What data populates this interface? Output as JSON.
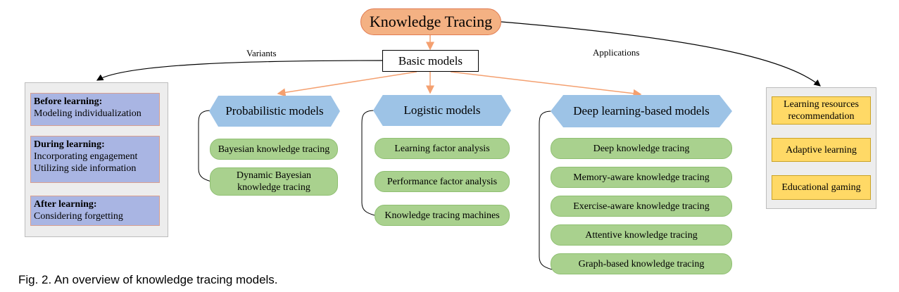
{
  "root": "Knowledge Tracing",
  "basic": "Basic models",
  "edges": {
    "variants": "Variants",
    "applications": "Applications"
  },
  "variants": [
    {
      "title": "Before learning:",
      "lines": [
        "Modeling individualization"
      ]
    },
    {
      "title": "During learning:",
      "lines": [
        "Incorporating engagement",
        "Utilizing side information"
      ]
    },
    {
      "title": "After learning:",
      "lines": [
        "Considering forgetting"
      ]
    }
  ],
  "categories": [
    {
      "name": "Probabilistic models",
      "items": [
        "Bayesian knowledge tracing",
        "Dynamic Bayesian knowledge tracing"
      ]
    },
    {
      "name": "Logistic models",
      "items": [
        "Learning factor analysis",
        "Performance factor analysis",
        "Knowledge tracing machines"
      ]
    },
    {
      "name": "Deep learning-based models",
      "items": [
        "Deep knowledge tracing",
        "Memory-aware knowledge tracing",
        "Exercise-aware knowledge tracing",
        "Attentive knowledge tracing",
        "Graph-based knowledge tracing"
      ]
    }
  ],
  "applications": [
    "Learning resources recommendation",
    "Adaptive learning",
    "Educational gaming"
  ],
  "caption": "Fig. 2. An overview of knowledge tracing models.",
  "colors": {
    "root": "#f4b183",
    "basic_arrows": "#f4a070",
    "category": "#9dc3e6",
    "item": "#a9d18e",
    "variant": "#a9b5e3",
    "application": "#ffd966"
  }
}
